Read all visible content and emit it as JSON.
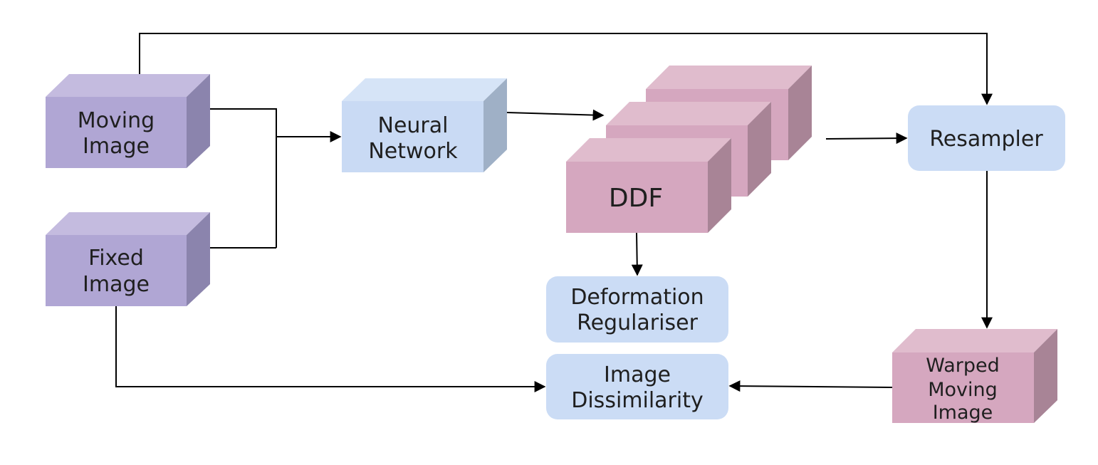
{
  "diagram": {
    "nodes": {
      "moving_image": {
        "line1": "Moving",
        "line2": "Image"
      },
      "fixed_image": {
        "line1": "Fixed",
        "line2": "Image"
      },
      "neural_network": {
        "line1": "Neural",
        "line2": "Network"
      },
      "ddf": {
        "label": "DDF"
      },
      "resampler": {
        "label": "Resampler"
      },
      "deformation_regulariser": {
        "line1": "Deformation",
        "line2": "Regulariser"
      },
      "image_dissimilarity": {
        "line1": "Image",
        "line2": "Dissimilarity"
      },
      "warped_moving_image": {
        "line1": "Warped",
        "line2": "Moving",
        "line3": "Image"
      }
    },
    "colors": {
      "purple_front": "#b0a6d4",
      "purple_top": "#c4bbdf",
      "purple_side": "#8b84ad",
      "blue_front": "#c9daf4",
      "blue_top": "#d6e4f7",
      "blue_side": "#9fb0c6",
      "pink_front": "#d5a7bf",
      "pink_top": "#e0bccd",
      "pink_side": "#a88496",
      "box_blue": "#cbdcf5",
      "line": "#000000"
    }
  }
}
